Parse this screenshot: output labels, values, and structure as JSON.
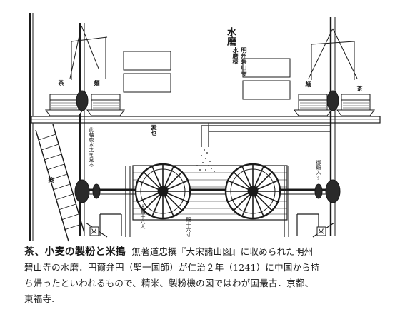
{
  "figure": {
    "title_main": "水磨",
    "title_sub": [
      "明州碧山寺",
      "水磨様"
    ],
    "labels": {
      "tea_left": "茶",
      "men_left": "麺",
      "men_right": "麺",
      "tea_right": "茶",
      "mugi": "麦乜",
      "chiku": "築",
      "note_left": "此軸夜水之を見る",
      "note_right": "御碾入す",
      "note_wheel_a": "木輪十六人",
      "note_wheel_b": "碾十六寸",
      "kome_left": "米",
      "kome_right": "米"
    }
  },
  "caption": {
    "title": "茶、小麦の製粉と米搗",
    "line1_rest": "無著道忠撰『大宋諸山図』に収められた明州",
    "line2": "碧山寺の水磨．円爾弁円（聖一国師）が仁治２年（1241）に中国から持",
    "line3": "ち帰ったといわれるもので、精米、製粉機の図ではわが国最古．京都、",
    "line4": "東福寺."
  }
}
